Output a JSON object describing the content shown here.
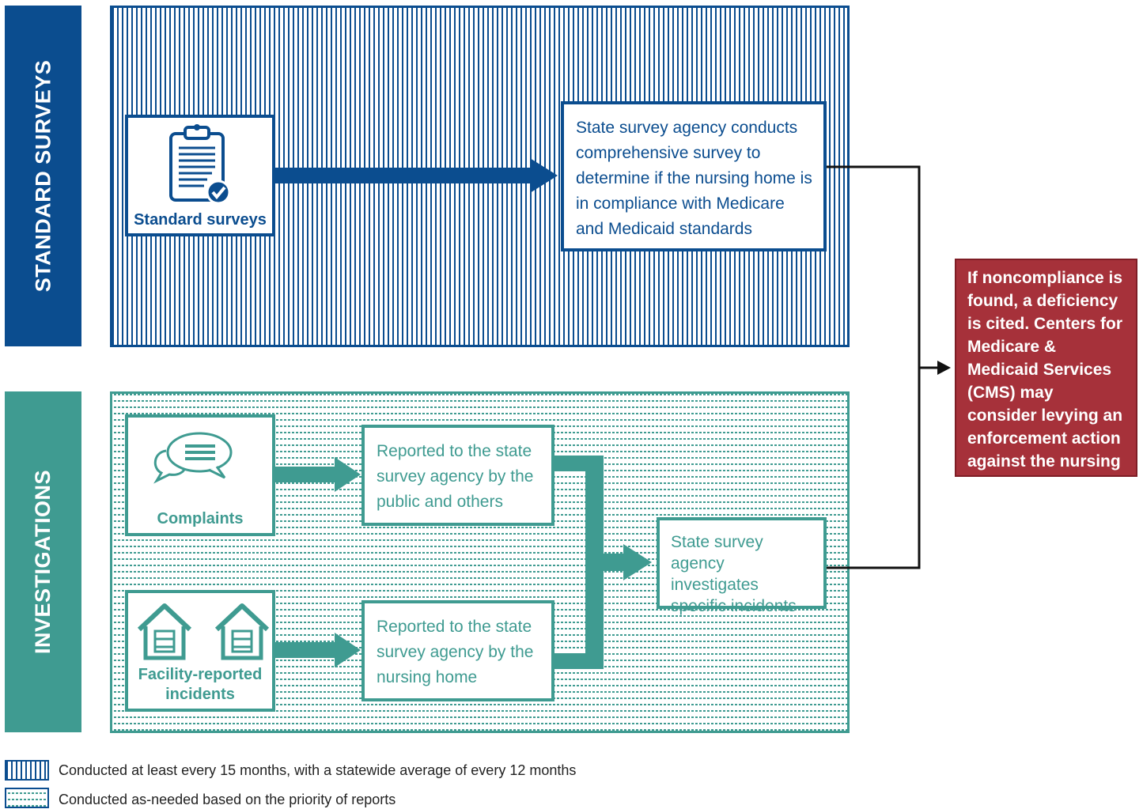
{
  "sections": {
    "standard_label": "STANDARD SURVEYS",
    "investigations_label": "INVESTIGATIONS"
  },
  "standard": {
    "source_label": "Standard surveys",
    "description": "State survey agency conducts comprehensive survey to determine if the nursing home is in compliance with Medicare and Medicaid standards"
  },
  "investigations": {
    "complaints_label": "Complaints",
    "complaints_report": "Reported to the state survey agency by the public and others",
    "facility_label": "Facility-reported incidents",
    "facility_report": "Reported to the state survey agency by the nursing home",
    "investigate": "State survey agency investigates specific incidents"
  },
  "outcome": {
    "text": "If noncompliance is found, a deficiency is cited. Centers for Medicare & Medicaid Services (CMS) may consider levying an enforcement action against the nursing home."
  },
  "legend": {
    "standard": "Conducted at least every 15 months, with a statewide average of every 12 months",
    "investigations": "Conducted as-needed based on the priority of reports"
  },
  "colors": {
    "blue": "#0b4d8f",
    "teal": "#3f9b91",
    "red": "#a6313a"
  },
  "icons": [
    "clipboard-check-icon",
    "chat-bubbles-icon",
    "house-beds-icon"
  ]
}
